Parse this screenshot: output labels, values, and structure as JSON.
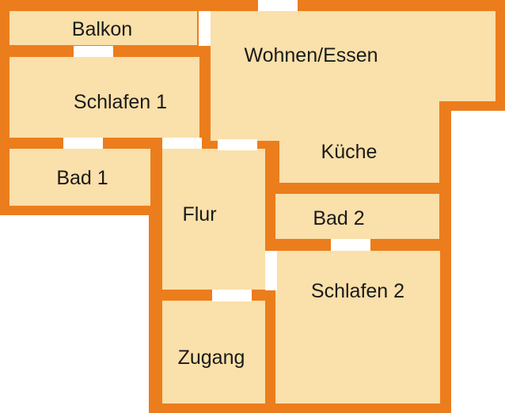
{
  "colors": {
    "wall": "#ec7d1c",
    "floor": "#fae0aa",
    "door": "#ffffff",
    "text": "#1a1a1a"
  },
  "rooms": {
    "balkon": "Balkon",
    "wohnen": "Wohnen/Essen",
    "schlafen1": "Schlafen 1",
    "kueche": "Küche",
    "bad1": "Bad 1",
    "flur": "Flur",
    "bad2": "Bad 2",
    "schlafen2": "Schlafen 2",
    "zugang": "Zugang"
  }
}
